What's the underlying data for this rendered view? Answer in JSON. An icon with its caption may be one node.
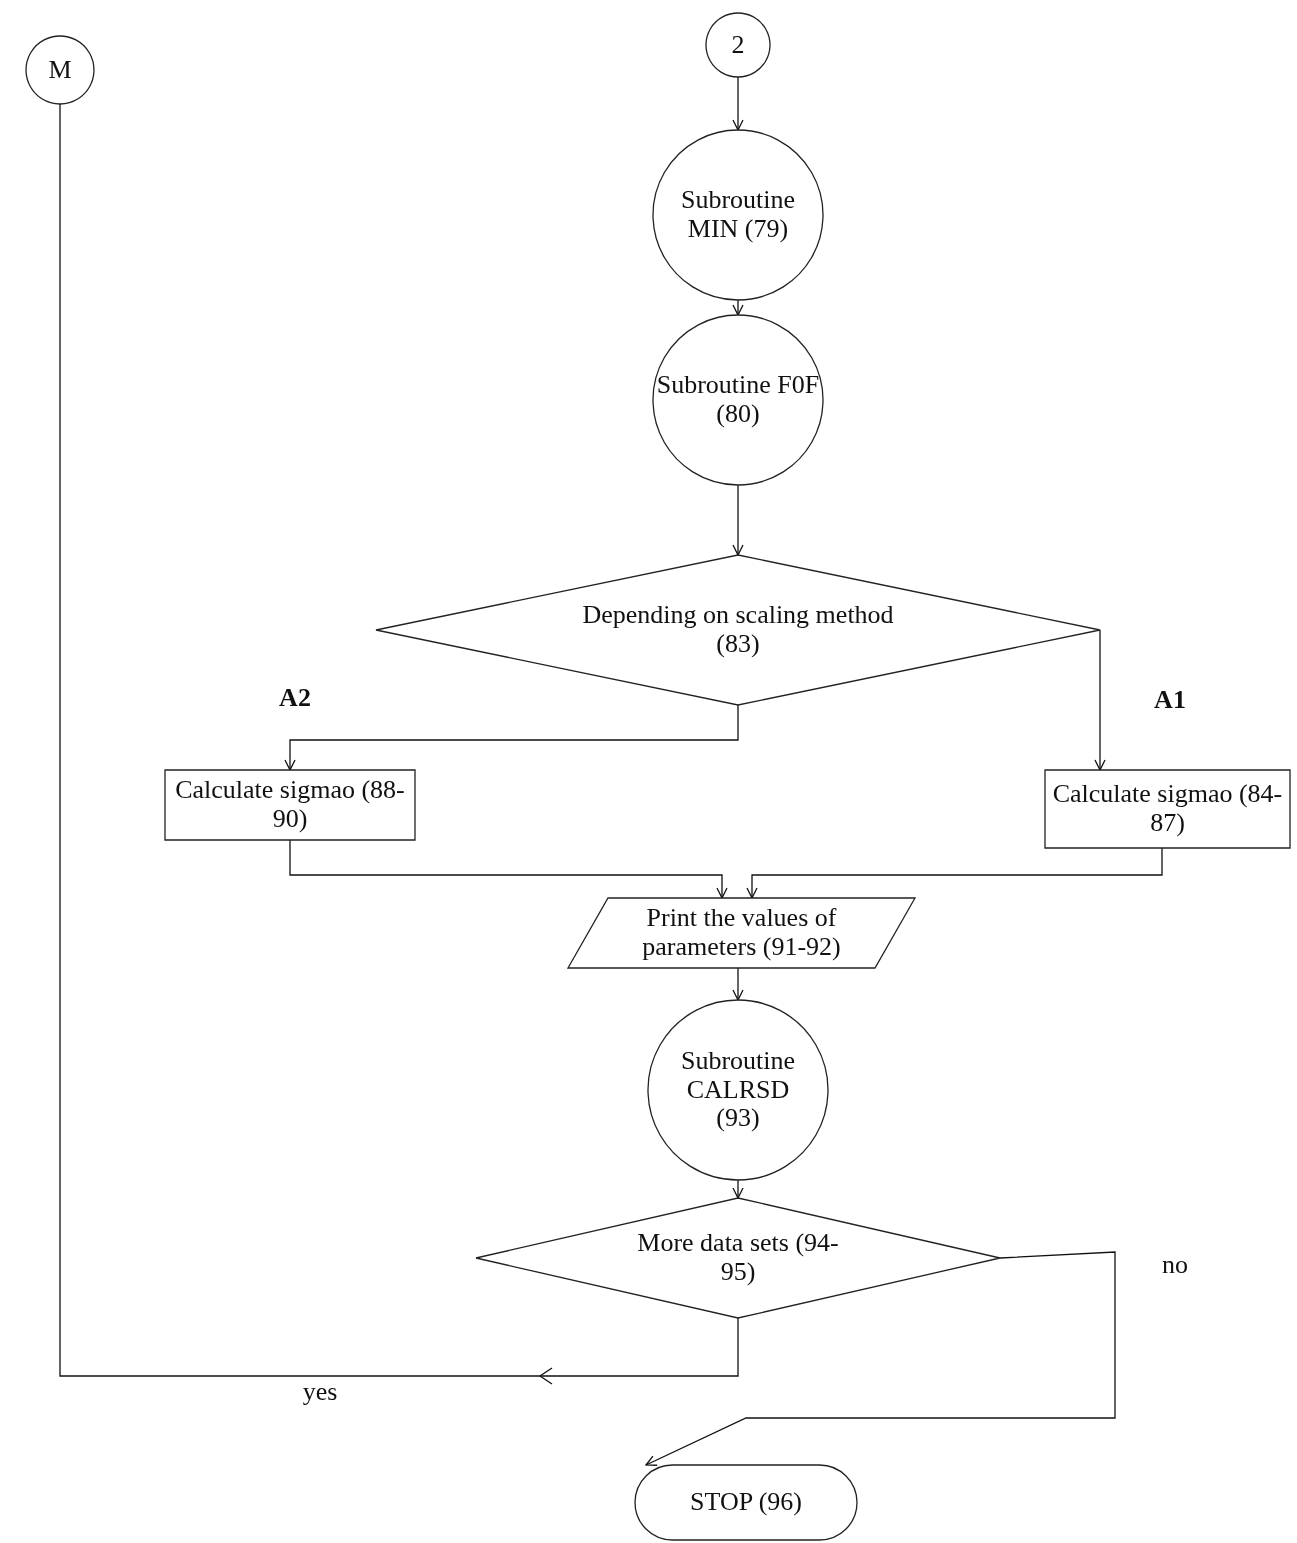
{
  "diagram": {
    "nodes": [
      {
        "text": [
          "2"
        ]
      },
      {
        "text": [
          "Subroutine MIN (79)"
        ]
      },
      {
        "text": [
          "Subroutine F0F (80)"
        ]
      },
      {
        "text": [
          "Depending on scaling method (83)"
        ]
      },
      {
        "text": [
          "Calculate sigmao (88-90)"
        ]
      },
      {
        "text": [
          "Calculate sigmao (84-87)"
        ]
      },
      {
        "text": [
          "Print the values of parameters (91-92)"
        ]
      },
      {
        "text": [
          "Subroutine CALRSD (93)"
        ]
      },
      {
        "text": [
          "More data sets (94-95)"
        ]
      },
      {
        "text": [
          "STOP (96)"
        ]
      },
      {
        "text": [
          "M"
        ]
      }
    ],
    "edges": [
      {
        "from": 0,
        "to": 1,
        "arrow": "to"
      },
      {
        "from": 1,
        "to": 2,
        "arrow": "to"
      },
      {
        "from": 2,
        "to": 3,
        "arrow": "to"
      },
      {
        "from": 3,
        "to": 4,
        "arrow": "to",
        "label": "A2"
      },
      {
        "from": 3,
        "to": 5,
        "arrow": "to",
        "label": "A1"
      },
      {
        "from": 4,
        "to": 6,
        "arrow": "to"
      },
      {
        "from": 5,
        "to": 6,
        "arrow": "to"
      },
      {
        "from": 6,
        "to": 7,
        "arrow": "to"
      },
      {
        "from": 7,
        "to": 8,
        "arrow": "to"
      },
      {
        "from": 8,
        "to": 10,
        "arrow": "to",
        "label": "yes"
      },
      {
        "from": 8,
        "to": 9,
        "arrow": "to",
        "label": "no"
      }
    ]
  }
}
